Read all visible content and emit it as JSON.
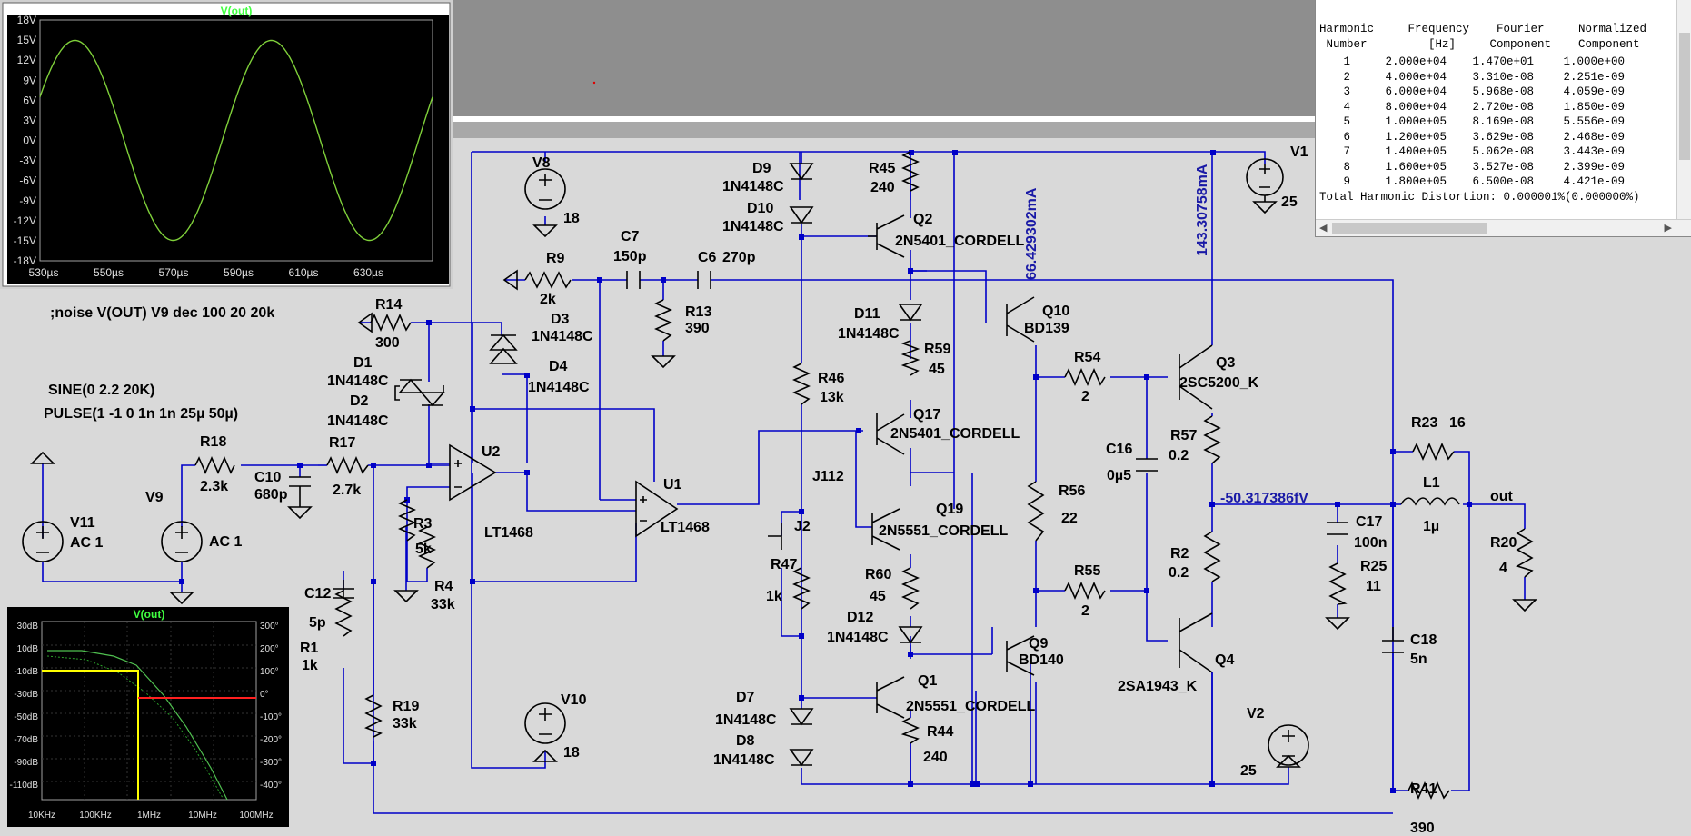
{
  "plot_top": {
    "title": "V(out)",
    "y_ticks": [
      "18V",
      "15V",
      "12V",
      "9V",
      "6V",
      "3V",
      "0V",
      "-3V",
      "-6V",
      "-9V",
      "-12V",
      "-15V",
      "-18V"
    ],
    "x_ticks": [
      "530µs",
      "550µs",
      "570µs",
      "590µs",
      "610µs",
      "630µs"
    ],
    "trace_color": "#7fd03a"
  },
  "plot_bottom": {
    "title": "V(out)",
    "y_left_ticks": [
      "30dB",
      "10dB",
      "-10dB",
      "-30dB",
      "-50dB",
      "-70dB",
      "-90dB",
      "-110dB"
    ],
    "y_right_ticks": [
      "300°",
      "200°",
      "100°",
      "0°",
      "-100°",
      "-200°",
      "-300°",
      "-400°"
    ],
    "x_ticks": [
      "10KHz",
      "100KHz",
      "1MHz",
      "10MHz",
      "100MHz"
    ]
  },
  "fourier": {
    "header_line1": "Harmonic     Frequency    Fourier     Normalized",
    "header_line2": " Number         [Hz]     Component    Component",
    "rows": [
      [
        "1",
        "2.000e+04",
        "1.470e+01",
        "1.000e+00"
      ],
      [
        "2",
        "4.000e+04",
        "3.310e-08",
        "2.251e-09"
      ],
      [
        "3",
        "6.000e+04",
        "5.968e-08",
        "4.059e-09"
      ],
      [
        "4",
        "8.000e+04",
        "2.720e-08",
        "1.850e-09"
      ],
      [
        "5",
        "1.000e+05",
        "8.169e-08",
        "5.556e-09"
      ],
      [
        "6",
        "1.200e+05",
        "3.629e-08",
        "2.468e-09"
      ],
      [
        "7",
        "1.400e+05",
        "5.062e-08",
        "3.443e-09"
      ],
      [
        "8",
        "1.600e+05",
        "3.527e-08",
        "2.399e-09"
      ],
      [
        "9",
        "1.800e+05",
        "6.500e-08",
        "4.421e-09"
      ]
    ],
    "thd": "Total Harmonic Distortion: 0.000001%(0.000000%)"
  },
  "directives": {
    "noise": ";noise V(OUT) V9 dec 100 20 20k",
    "sine": "SINE(0 2.2 20K)",
    "pulse": "PULSE(1 -1 0 1n 1n 25µ 50µ)"
  },
  "probes": {
    "i1": "66.429302mA",
    "i2": "143.30758mA",
    "vout": "-50.317386fV"
  },
  "components": {
    "V8": "V8",
    "V8v": "18",
    "V10": "V10",
    "V10v": "18",
    "V1": "V1",
    "V1v": "25",
    "V2": "V2",
    "V2v": "25",
    "V9": "V9",
    "V9v": "AC 1",
    "V11": "V11",
    "V11v": "AC 1",
    "R9": "R9",
    "R9v": "2k",
    "C7": "C7",
    "C7v": "150p",
    "C6": "C6",
    "C6v": "270p",
    "R13": "R13",
    "R13v": "390",
    "R14": "R14",
    "R14v": "300",
    "D1": "D1",
    "D1v": "1N4148C",
    "D2": "D2",
    "D2v": "1N4148C",
    "D3": "D3",
    "D3v": "1N4148C",
    "D4": "D4",
    "D4v": "1N4148C",
    "R18": "R18",
    "R18v": "2.3k",
    "C10": "C10",
    "C10v": "680p",
    "R17": "R17",
    "R17v": "2.7k",
    "U2": "U2",
    "U2v": "LT1468",
    "U1": "U1",
    "U1v": "LT1468",
    "R3": "R3",
    "R3v": "5k",
    "R4": "R4",
    "R4v": "33k",
    "C12": "C12",
    "C12v": "5p",
    "R1": "R1",
    "R1v": "1k",
    "R19": "R19",
    "R19v": "33k",
    "D9": "D9",
    "D9v": "1N4148C",
    "D10": "D10",
    "D10v": "1N4148C",
    "R45": "R45",
    "R45v": "240",
    "Q2": "Q2",
    "Q2v": "2N5401_CORDELL",
    "D11": "D11",
    "D11v": "1N4148C",
    "R59": "R59",
    "R59v": "45",
    "R46": "R46",
    "R46v": "13k",
    "Q17": "Q17",
    "Q17v": "2N5401_CORDELL",
    "J112": "J112",
    "J2": "J2",
    "R47": "R47",
    "R47v": "1k",
    "Q19": "Q19",
    "Q19v": "2N5551_CORDELL",
    "R60": "R60",
    "R60v": "45",
    "D12": "D12",
    "D12v": "1N4148C",
    "Q1": "Q1",
    "Q1v": "2N5551_CORDELL",
    "D7": "D7",
    "D7v": "1N4148C",
    "D8": "D8",
    "D8v": "1N4148C",
    "R44": "R44",
    "R44v": "240",
    "Q10": "Q10",
    "Q10v": "BD139",
    "Q9": "Q9",
    "Q9v": "BD140",
    "R54": "R54",
    "R54v": "2",
    "R55": "R55",
    "R55v": "2",
    "R56": "R56",
    "R56v": "22",
    "C16": "C16",
    "C16v": "0µ5",
    "Q3": "Q3",
    "Q3v": "2SC5200_K",
    "Q4": "Q4",
    "Q4v": "2SA1943_K",
    "R57": "R57",
    "R57v": "0.2",
    "R2": "R2",
    "R2v": "0.2",
    "C17": "C17",
    "C17v": "100n",
    "R25": "R25",
    "R25v": "11",
    "R23": "R23",
    "R23v": "16",
    "L1": "L1",
    "L1v": "1µ",
    "C18": "C18",
    "C18v": "5n",
    "R20": "R20",
    "R20v": "4",
    "R41": "R41",
    "R41v": "390",
    "out": "out"
  }
}
